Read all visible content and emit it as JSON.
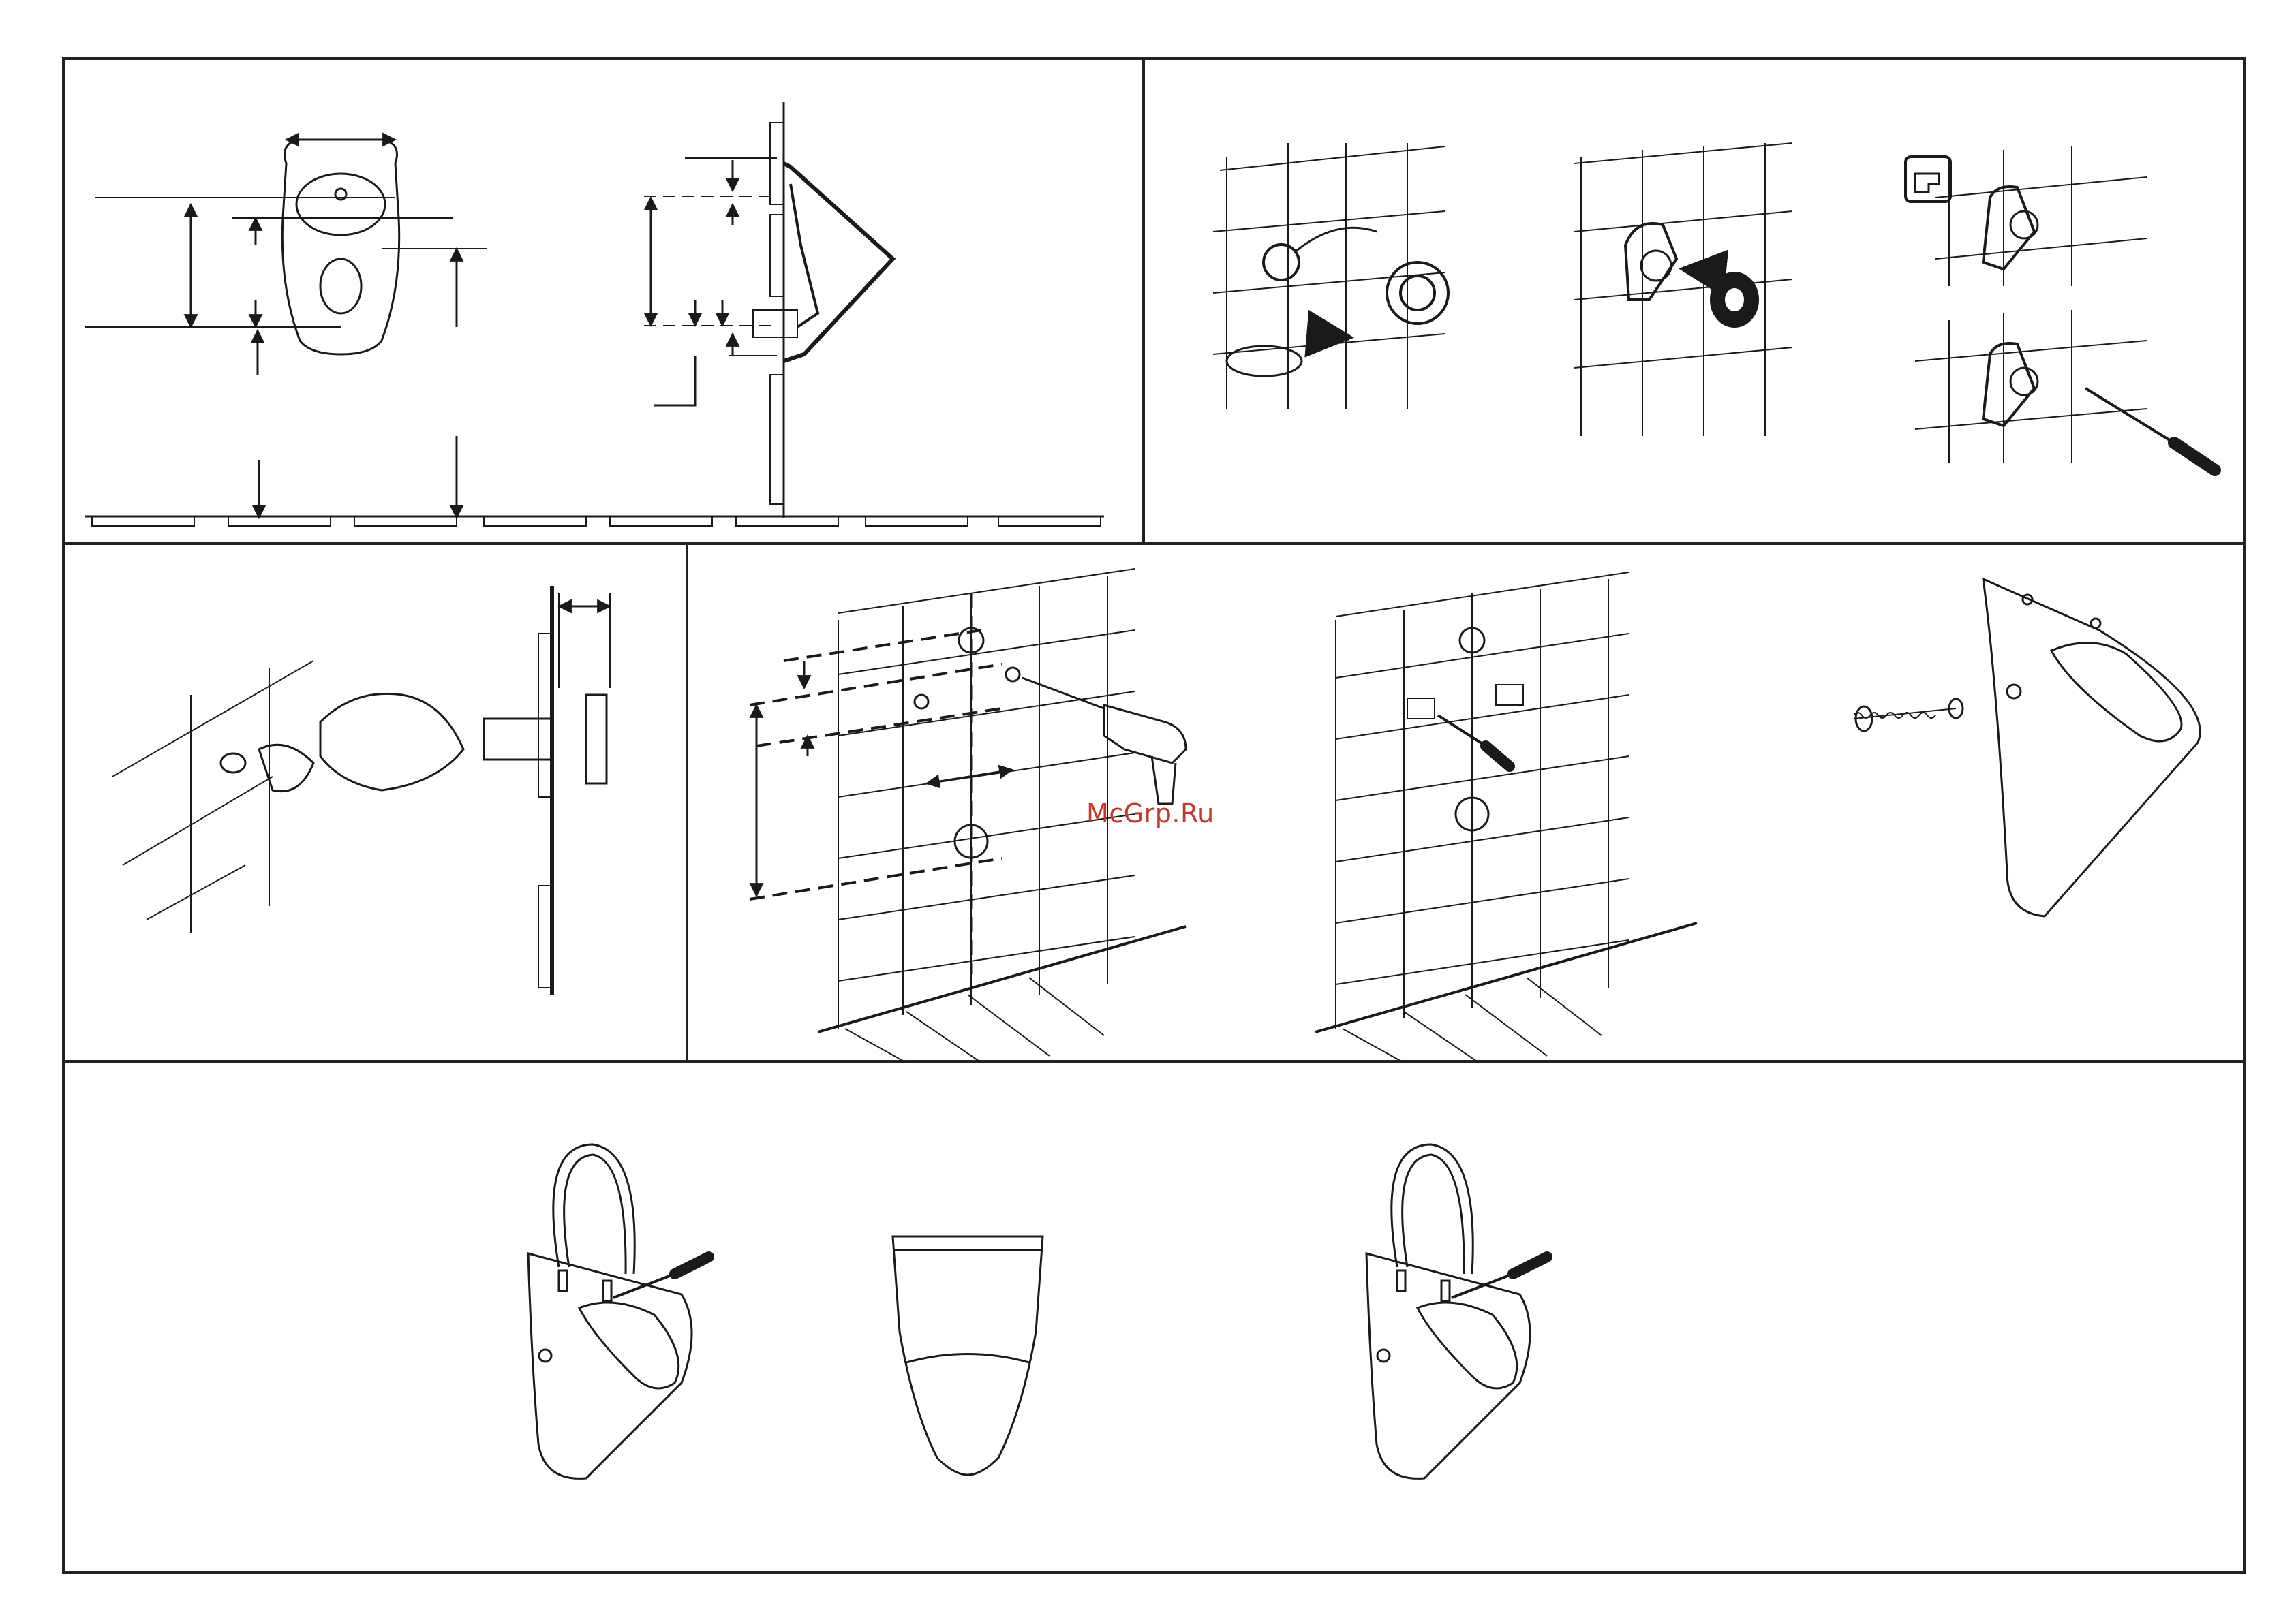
{
  "watermark": "McGrp.Ru",
  "panels": [
    {
      "id": "dimensions",
      "row": 1,
      "order": 1
    },
    {
      "id": "waste-fitting-assembly",
      "row": 1,
      "order": 2
    },
    {
      "id": "inlet-connection",
      "row": 2,
      "order": 1
    },
    {
      "id": "drill-wall-holes",
      "row": 2,
      "order": 2
    },
    {
      "id": "fix-brackets",
      "row": 2,
      "order": 3
    },
    {
      "id": "mount-urinal",
      "row": 2,
      "order": 4
    },
    {
      "id": "fit-lid",
      "row": 3,
      "order": 1
    },
    {
      "id": "lid-closed",
      "row": 3,
      "order": 2
    },
    {
      "id": "fit-lid-alternate",
      "row": 3,
      "order": 3
    }
  ],
  "icons": {
    "note": "hand-pointer-icon",
    "tool": "screwdriver-icon",
    "drill": "drill-icon"
  },
  "colors": {
    "line": "#1a1a1a",
    "frame": "#222222",
    "watermark": "#c0392b"
  }
}
